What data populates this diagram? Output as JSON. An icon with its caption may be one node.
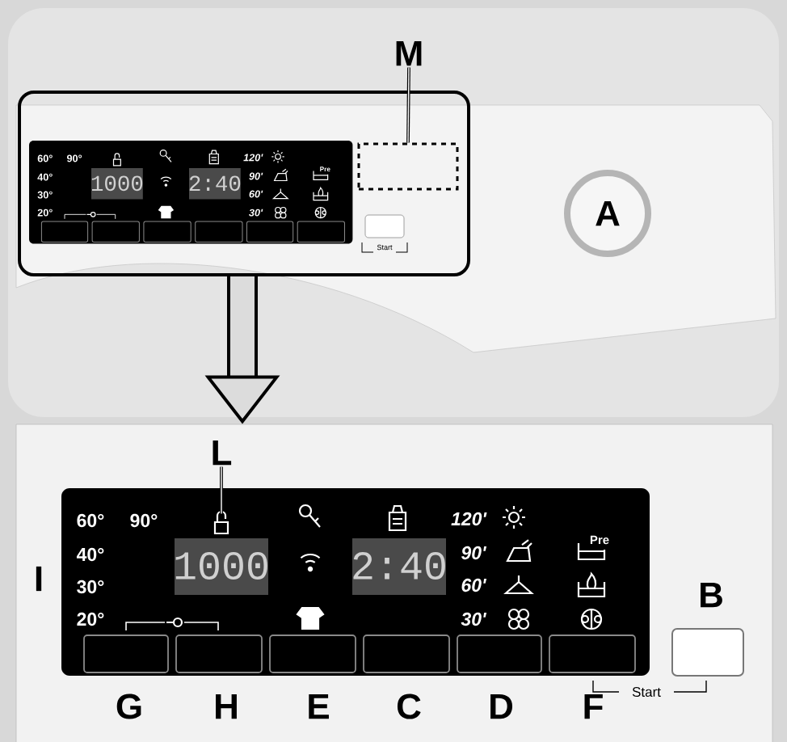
{
  "diagram": {
    "nodes": [
      {
        "text": [],
        "shape": "box"
      },
      {
        "text": [
          "60°",
          "90°",
          "40°",
          "30°",
          "20°",
          "1000",
          "2:40",
          "120'",
          "90'",
          "60'",
          "30'",
          "Pre"
        ],
        "in": 0
      },
      {
        "text": [],
        "shape": "box",
        "in": 0
      },
      {
        "text": [
          "M"
        ]
      },
      {
        "text": [
          "A"
        ]
      },
      {
        "text": [],
        "shape": "box"
      },
      {
        "text": [
          "60°",
          "90°",
          "40°",
          "30°",
          "20°",
          "1000",
          "2:40",
          "120'",
          "90'",
          "60'",
          "30'",
          "Pre"
        ],
        "in": 5
      },
      {
        "text": [],
        "shape": "lock",
        "in": 6
      },
      {
        "text": [
          "L"
        ],
        "in": 5
      }
    ],
    "edges": [
      {
        "from": 3,
        "to": 2,
        "arrow": "none"
      },
      {
        "from": 0,
        "to": 5,
        "arrow": "to",
        "style": "thick"
      },
      {
        "from": 8,
        "to": 7,
        "arrow": "none"
      }
    ],
    "labels": [
      "Start",
      "I",
      "B",
      "G",
      "H",
      "E",
      "C",
      "D",
      "F",
      "Start"
    ]
  }
}
